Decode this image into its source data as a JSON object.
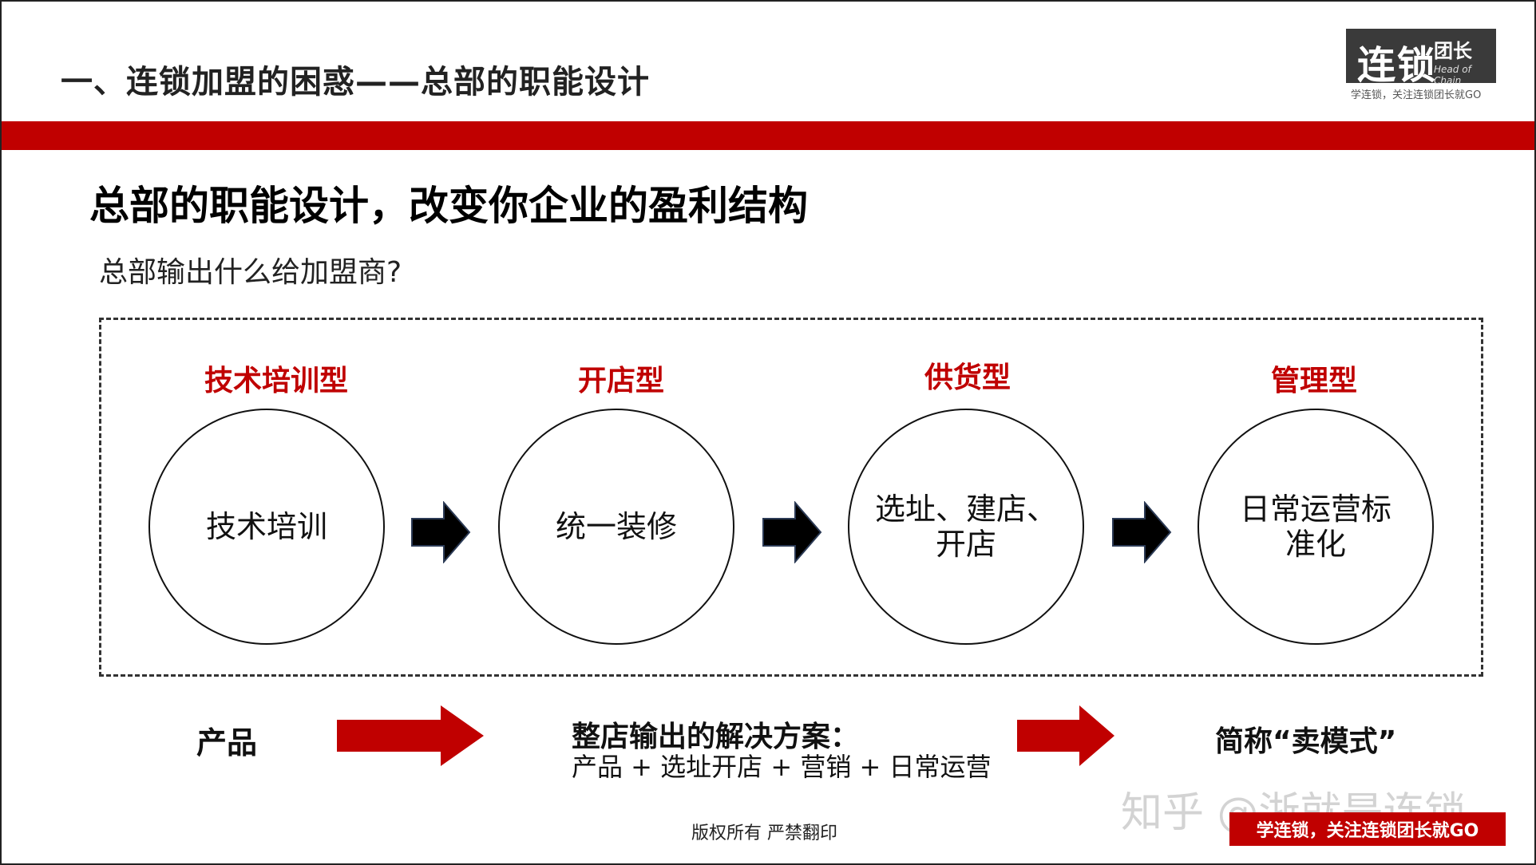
{
  "header": {
    "title": "一、连锁加盟的困惑——总部的职能设计"
  },
  "logo": {
    "main": "连锁",
    "side": "团长",
    "english": "Head of Chain",
    "sub": "学连锁，关注连锁团长就GO"
  },
  "main_title": "总部的职能设计，改变你企业的盈利结构",
  "question": "总部输出什么给加盟商?",
  "stages": [
    {
      "type": "技术培训型",
      "content": "技术培训"
    },
    {
      "type": "开店型",
      "content": "统一装修"
    },
    {
      "type": "供货型",
      "content": "选址、建店、\n开店"
    },
    {
      "type": "管理型",
      "content": "日常运营标\n准化"
    }
  ],
  "bottom": {
    "left": "产品",
    "solution_title": "整店输出的解决方案：",
    "solution_detail": "产品 + 选址开店 + 营销 + 日常运营",
    "nickname": "简称“卖模式”"
  },
  "watermark": "知乎 @浙就是连锁",
  "copyright": "版权所有  严禁翻印",
  "promo": "学连锁，关注连锁团长就GO",
  "colors": {
    "accent_red": "#c00000",
    "logo_bg": "#3a3a3a"
  },
  "icons": [
    "black-right-arrow-icon",
    "red-right-arrow-icon"
  ]
}
